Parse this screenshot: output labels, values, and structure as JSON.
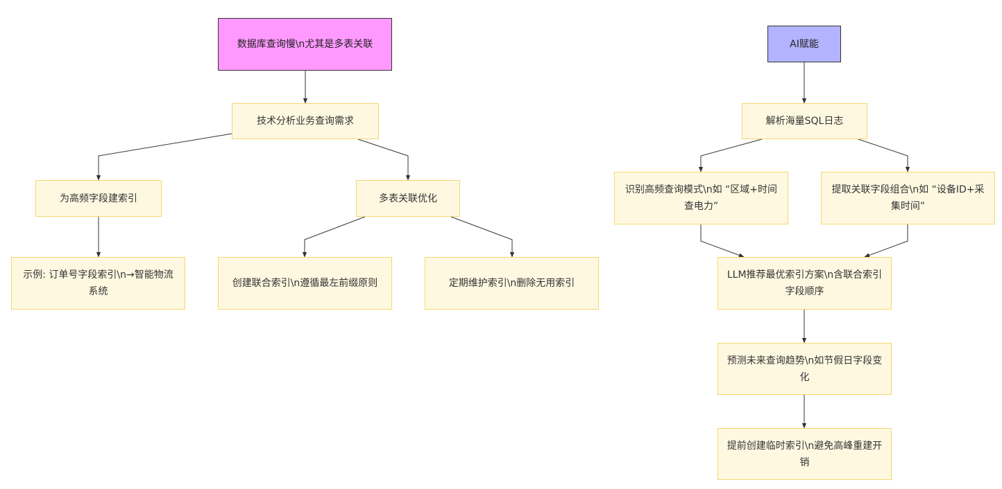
{
  "diagram": {
    "left": {
      "root": "数据库查询慢\\n尤其是多表关联",
      "analysis": "技术分析业务查询需求",
      "index_high_freq": "为高频字段建索引",
      "multi_join_opt": "多表关联优化",
      "example": "示例: 订单号字段索引\\n→智能物流系统",
      "composite_index": "创建联合索引\\n遵循最左前缀原则",
      "maintain_index": "定期维护索引\\n删除无用索引"
    },
    "right": {
      "root": "AI赋能",
      "parse_logs": "解析海量SQL日志",
      "identify_patterns": "识别高频查询模式\\n如 “区域+时间查电力”",
      "extract_fields": "提取关联字段组合\\n如 “设备ID+采集时间”",
      "llm_recommend": "LLM推荐最优索引方案\\n含联合索引字段顺序",
      "predict_trends": "预测未来查询趋势\\n如节假日字段变化",
      "preemptive_index": "提前创建临时索引\\n避免高峰重建开销"
    }
  },
  "colors": {
    "root_left": "#ff99ff",
    "root_right": "#b3b3ff",
    "node_fill": "#fff8e1",
    "node_border": "#f5d76e",
    "edge": "#333333"
  }
}
